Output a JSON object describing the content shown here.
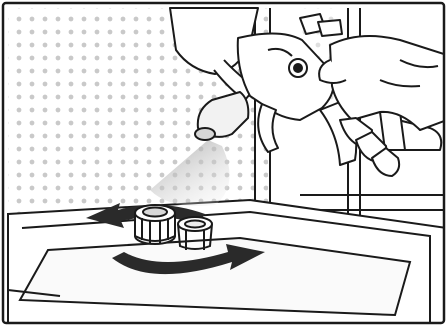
{
  "illustration": {
    "scene": "spray-gun-cleaning",
    "elements": [
      "spray-gun",
      "gloved-hand",
      "spray-mist",
      "air-cap",
      "nozzle-ring",
      "rotation-arrows",
      "work-surface",
      "dotted-backdrop"
    ]
  },
  "colors": {
    "ink": "#1a1a1a",
    "background": "#ffffff",
    "dots": "#c9c9c9",
    "mist": "#bdbdbd",
    "arrow": "#2a2a2a"
  }
}
